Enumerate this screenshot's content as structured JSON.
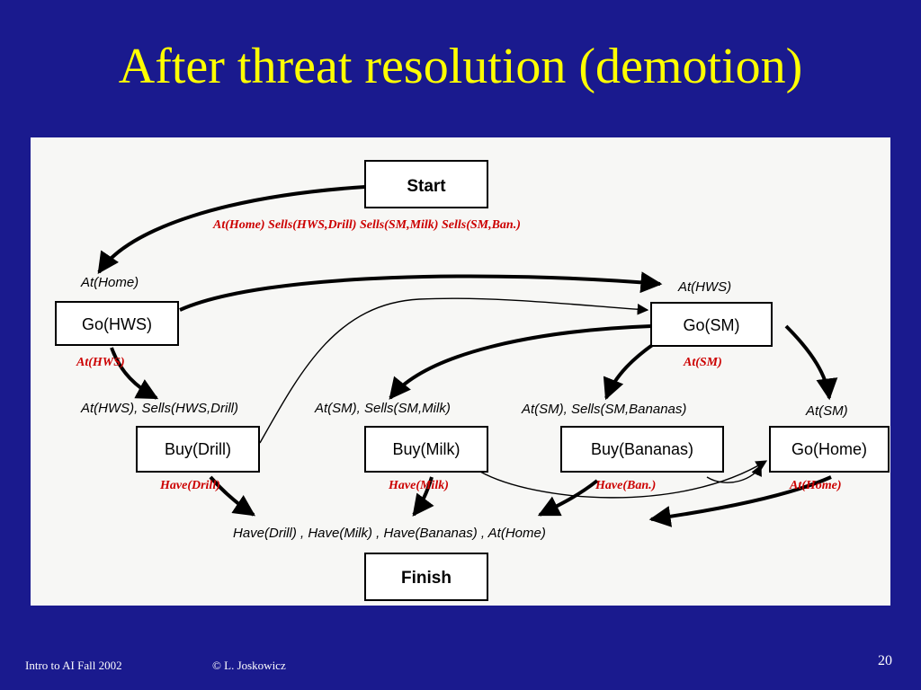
{
  "slide": {
    "title": "After threat resolution (demotion)",
    "footer_left": "Intro to AI  Fall 2002",
    "footer_center": "© L. Joskowicz",
    "page_number": "20"
  },
  "plan": {
    "nodes": {
      "start": "Start",
      "go_hws": "Go(HWS)",
      "go_sm": "Go(SM)",
      "buy_drill": "Buy(Drill)",
      "buy_milk": "Buy(Milk)",
      "buy_bananas": "Buy(Bananas)",
      "go_home": "Go(Home)",
      "finish": "Finish"
    },
    "preconditions": {
      "go_hws": "At(Home)",
      "go_sm": "At(HWS)",
      "buy_drill": "At(HWS), Sells(HWS,Drill)",
      "buy_milk": "At(SM), Sells(SM,Milk)",
      "buy_bananas": "At(SM), Sells(SM,Bananas)",
      "go_home": "At(SM)",
      "finish": "Have(Drill) , Have(Milk) , Have(Bananas) , At(Home)"
    },
    "effects": {
      "start": "At(Home)  Sells(HWS,Drill) Sells(SM,Milk)  Sells(SM,Ban.)",
      "go_hws": "At(HWS)",
      "go_sm": "At(SM)",
      "buy_drill": "Have(Drill)",
      "buy_milk": "Have(Milk)",
      "buy_bananas": "Have(Ban.)",
      "go_home": "At(Home)"
    },
    "colors": {
      "effect_text": "#cc0000",
      "slide_background": "#1a1a8e",
      "title_text": "#ffff00"
    }
  }
}
